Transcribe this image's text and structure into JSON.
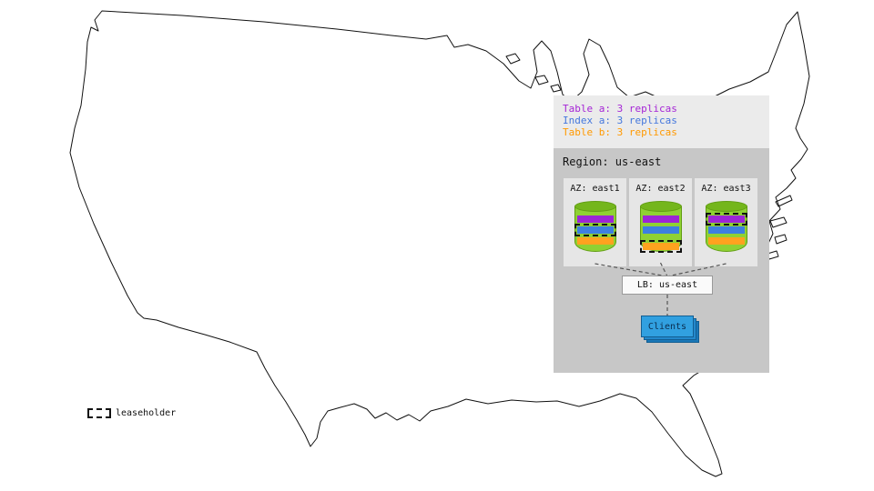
{
  "legend": {
    "items": [
      {
        "id": "table-a",
        "label": "Table a: 3 replicas",
        "color": "#a525d6"
      },
      {
        "id": "index-a",
        "label": "Index a: 3 replicas",
        "color": "#4477dd"
      },
      {
        "id": "table-b",
        "label": "Table b: 3 replicas",
        "color": "#ff9900"
      }
    ]
  },
  "region": {
    "title": "Region: us-east",
    "azs": [
      {
        "label": "AZ: east1",
        "leaseholder": "index-a"
      },
      {
        "label": "AZ: east2",
        "leaseholder": "table-b"
      },
      {
        "label": "AZ: east3",
        "leaseholder": "table-a"
      }
    ],
    "lb": {
      "label": "LB: us-east"
    },
    "clients": {
      "label": "Clients"
    }
  },
  "map_legend": {
    "label": "leaseholder"
  },
  "colors": {
    "table_a_bar": "#9c25d6",
    "index_a_bar": "#3d7fe0",
    "table_b_bar": "#ffa21f",
    "cylinder_body": "#8fd133",
    "cylinder_top": "#74b61c",
    "legend_panel_bg": "#ebebeb",
    "region_panel_bg": "#c7c7c7",
    "az_box_bg": "#e6e6e6",
    "clients_front": "#31a0e0",
    "clients_back": "#1a78b8",
    "map_outline": "#111111"
  }
}
